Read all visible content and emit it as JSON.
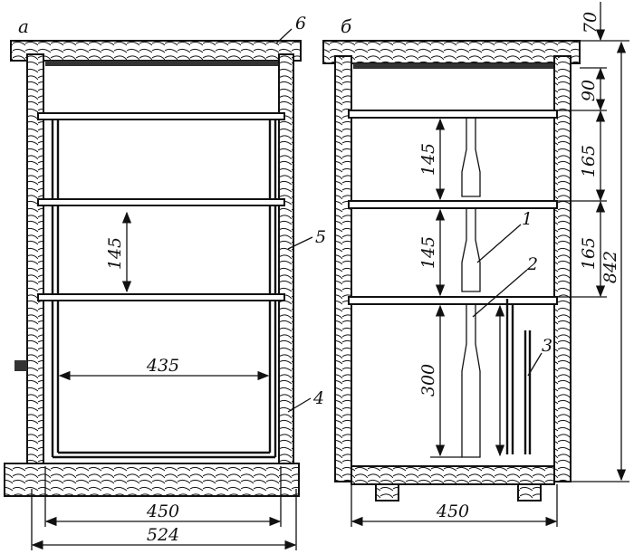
{
  "views": {
    "a": {
      "label": "а",
      "dims": {
        "frame_height": "145",
        "frame_width": "435",
        "inner_width": "450",
        "outer_width": "524"
      },
      "callouts": {
        "lid": "6",
        "wall": "5",
        "lower_wall": "4"
      }
    },
    "b": {
      "label": "б",
      "dims": {
        "frame1_height": "145",
        "frame2_height": "145",
        "frame3_height": "300",
        "inner_width": "450",
        "lid": "70",
        "top_space": "90",
        "tier1": "165",
        "tier2": "165",
        "total": "842"
      },
      "callouts": {
        "one": "1",
        "two": "2",
        "three": "3"
      }
    }
  }
}
